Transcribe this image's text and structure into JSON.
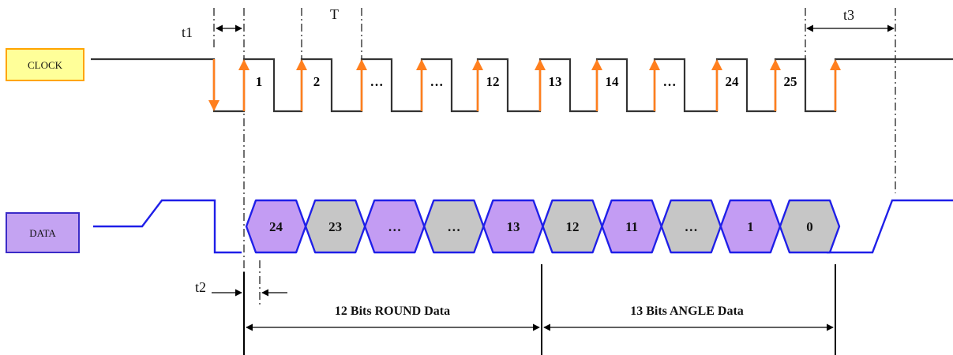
{
  "signals": {
    "clock_label": "CLOCK",
    "data_label": "DATA"
  },
  "colors": {
    "clock_line": "#333333",
    "clock_edge": "#ff7f1e",
    "data_line": "#1f1fe8",
    "clock_box_fill": "#ffff99",
    "clock_box_stroke": "#ffa500",
    "data_box_fill": "#c4a3f2",
    "data_box_stroke": "#3a2bc7",
    "hex_purple": "#c39cf3",
    "hex_gray": "#c6c6c6"
  },
  "timing": {
    "t1": "t1",
    "T": "T",
    "t2": "t2",
    "t3": "t3"
  },
  "clock_pulses": [
    "1",
    "2",
    "…",
    "…",
    "12",
    "13",
    "14",
    "…",
    "24",
    "25"
  ],
  "data_bits": [
    {
      "label": "24",
      "fill": "purple"
    },
    {
      "label": "23",
      "fill": "gray"
    },
    {
      "label": "…",
      "fill": "purple"
    },
    {
      "label": "…",
      "fill": "gray"
    },
    {
      "label": "13",
      "fill": "purple"
    },
    {
      "label": "12",
      "fill": "gray"
    },
    {
      "label": "11",
      "fill": "purple"
    },
    {
      "label": "…",
      "fill": "gray"
    },
    {
      "label": "1",
      "fill": "purple"
    },
    {
      "label": "0",
      "fill": "gray"
    }
  ],
  "sections": {
    "round": "12 Bits ROUND Data",
    "angle": "13 Bits ANGLE Data"
  }
}
